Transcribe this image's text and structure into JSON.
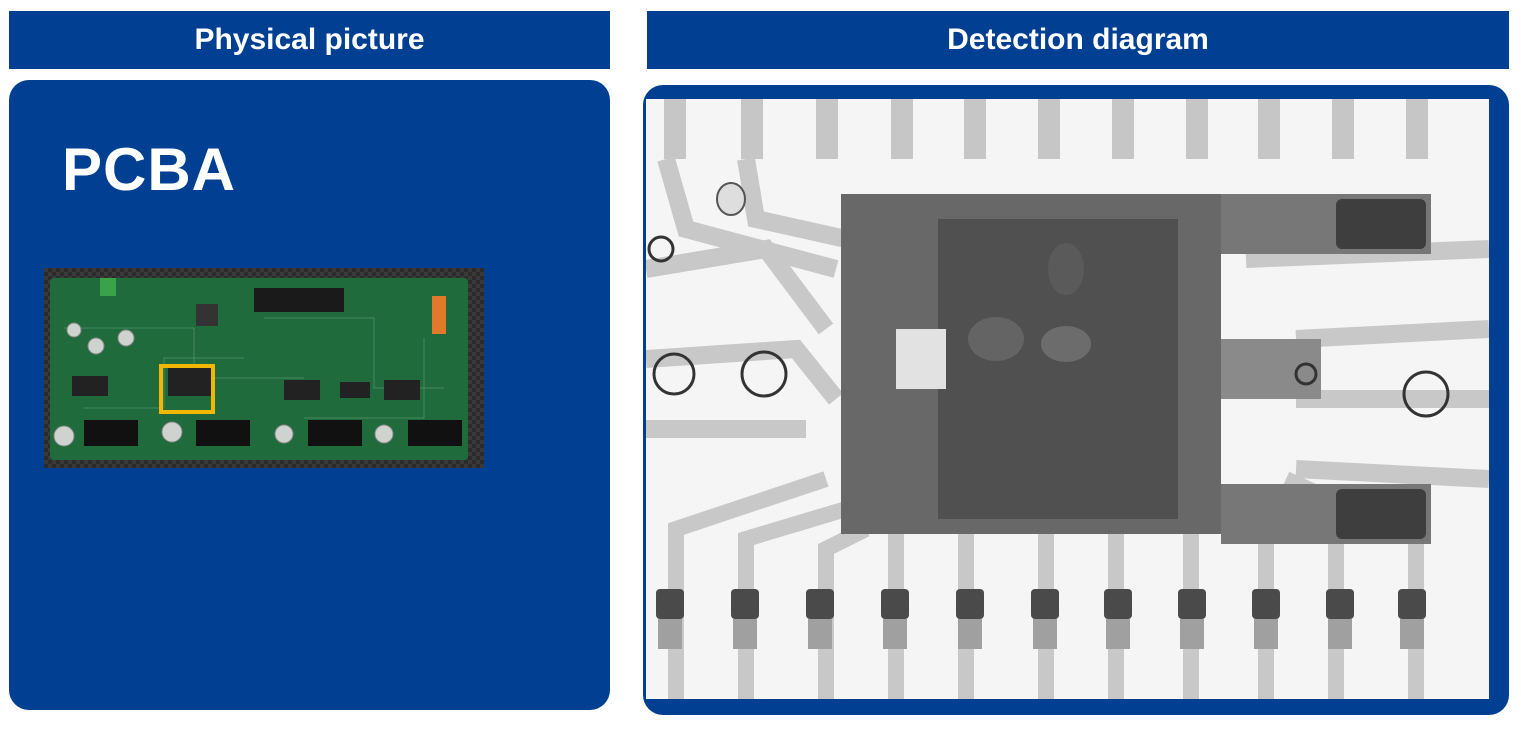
{
  "headers": {
    "physical_picture": "Physical picture",
    "detection_diagram": "Detection diagram"
  },
  "left_panel": {
    "title": "PCBA",
    "photo_icon": "pcb-board-photo",
    "highlight_color": "#f2b705"
  },
  "right_panel": {
    "image_icon": "xray-chip-image"
  },
  "colors": {
    "brand_blue": "#003f91",
    "pcb_green": "#1f6b3c"
  }
}
